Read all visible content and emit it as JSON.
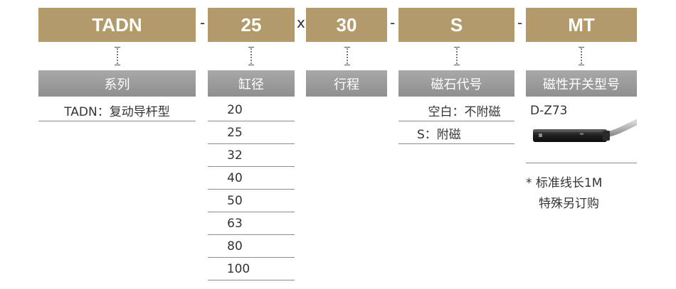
{
  "model_codes": [
    "TADN",
    "25",
    "30",
    "S",
    "MT"
  ],
  "separators": [
    "-",
    "x",
    "-",
    "-"
  ],
  "headers": [
    "系列",
    "缸径",
    "行程",
    "磁石代号",
    "磁性开关型号"
  ],
  "series": {
    "items": [
      "TADN：复动导杆型"
    ]
  },
  "bore": {
    "items": [
      "20",
      "25",
      "32",
      "40",
      "50",
      "63",
      "80",
      "100"
    ]
  },
  "magnet": {
    "items": [
      "空白：不附磁",
      "S：附磁"
    ]
  },
  "switch": {
    "model": "D-Z73",
    "image_icon": "magnetic-switch-sensor",
    "note_line1": "* 标准线长1M",
    "note_line2": "特殊另订购"
  },
  "colors": {
    "code_bg": "#b39a6a",
    "header_bg": "#9a9a9a"
  }
}
